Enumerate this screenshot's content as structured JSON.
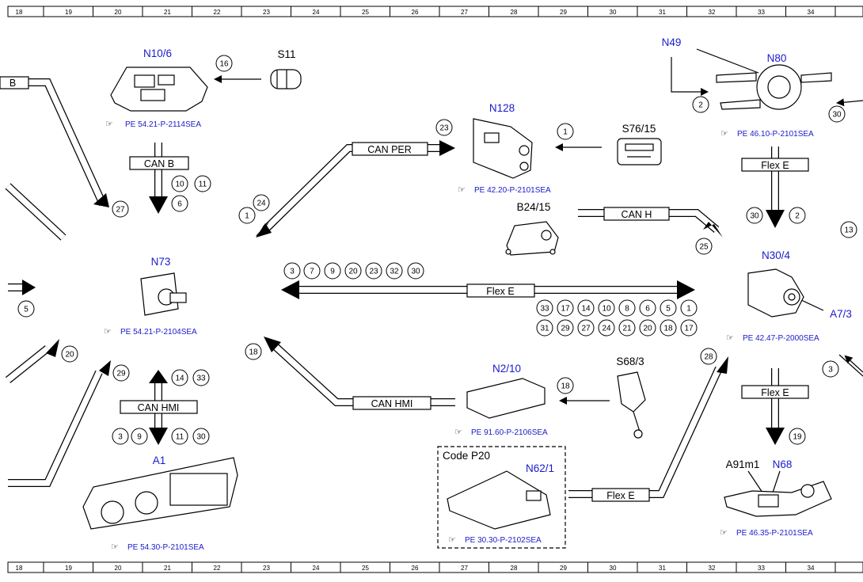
{
  "grid": {
    "top": [
      "18",
      "19",
      "20",
      "21",
      "22",
      "23",
      "24",
      "25",
      "26",
      "27",
      "28",
      "29",
      "30",
      "31",
      "32",
      "33",
      "34"
    ],
    "bottom": [
      "18",
      "19",
      "20",
      "21",
      "22",
      "23",
      "24",
      "25",
      "26",
      "27",
      "28",
      "29",
      "30",
      "31",
      "32",
      "33",
      "34"
    ]
  },
  "components": {
    "n10_6": {
      "id": "N10/6",
      "ref": "PE 54.21-P-2114SEA"
    },
    "s11": {
      "id": "S11"
    },
    "n128": {
      "id": "N128",
      "ref": "PE 42.20-P-2101SEA"
    },
    "s76_15": {
      "id": "S76/15"
    },
    "n49": {
      "id": "N49"
    },
    "n80": {
      "id": "N80",
      "ref": "PE 46.10-P-2101SEA"
    },
    "b24_15": {
      "id": "B24/15"
    },
    "n73": {
      "id": "N73",
      "ref": "PE 54.21-P-2104SEA"
    },
    "n30_4": {
      "id": "N30/4",
      "ref": "PE 42.47-P-2000SEA"
    },
    "a7_3": {
      "id": "A7/3"
    },
    "n2_10": {
      "id": "N2/10",
      "ref": "PE 91.60-P-2106SEA"
    },
    "s68_3": {
      "id": "S68/3"
    },
    "n62_1": {
      "id": "N62/1",
      "ref": "PE 30.30-P-2102SEA",
      "box_label": "Code P20"
    },
    "a1": {
      "id": "A1",
      "ref": "PE 54.30-P-2101SEA"
    },
    "a91m1": {
      "id": "A91m1"
    },
    "n68": {
      "id": "N68",
      "ref": "PE 46.35-P-2101SEA"
    }
  },
  "buses": {
    "b_left": "B",
    "can_b": "CAN B",
    "can_per": "CAN PER",
    "can_h": "CAN H",
    "flex_e_top": "Flex E",
    "flex_e_mid": "Flex E",
    "flex_e_right": "Flex E",
    "flex_e_bottom": "Flex E",
    "can_hmi_left": "CAN HMI",
    "can_hmi_mid": "CAN HMI"
  },
  "circles": {
    "c16": "16",
    "c23": "23",
    "c1a": "1",
    "c2a": "2",
    "c30a": "30",
    "c10a": "10",
    "c11a": "11",
    "c6": "6",
    "c27": "27",
    "c24": "24",
    "c1b": "1",
    "c30b": "30",
    "c2b": "2",
    "c25": "25",
    "c13": "13",
    "c5a": "5",
    "f3": "3",
    "f7": "7",
    "f9": "9",
    "f20": "20",
    "f23": "23",
    "f32": "32",
    "f30": "30",
    "g33": "33",
    "g17": "17",
    "g14": "14",
    "g10": "10",
    "g8": "8",
    "g6": "6",
    "g5": "5",
    "g1": "1",
    "h31": "31",
    "h29": "29",
    "h27": "27",
    "h24": "24",
    "h21": "21",
    "h20": "20",
    "h18": "18",
    "h17": "17",
    "c20": "20",
    "c29": "29",
    "c14": "14",
    "c33": "33",
    "c18a": "18",
    "c28": "28",
    "c3b": "3",
    "c18b": "18",
    "c19": "19",
    "d3": "3",
    "d9": "9",
    "d11": "11",
    "d30": "30"
  }
}
